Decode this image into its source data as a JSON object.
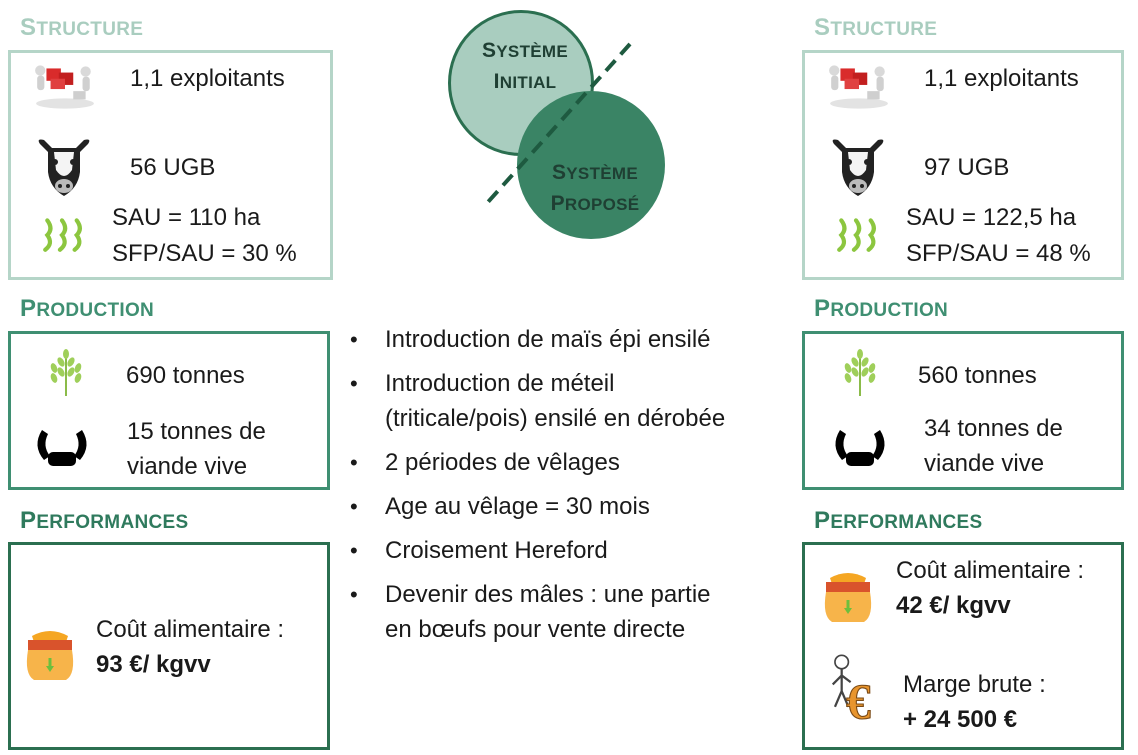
{
  "left": {
    "structure_title_cap": "S",
    "structure_title_rest": "TRUCTURE",
    "exploitants": "1,1 exploitants",
    "ugb": "56 UGB",
    "sau": "SAU = 110 ha",
    "sfp": "SFP/SAU = 30 %",
    "production_title_cap": "P",
    "production_title_rest": "RODUCTION",
    "tonnes": "690 tonnes",
    "viande_line1": "15 tonnes de",
    "viande_line2": "viande vive",
    "performances_title_cap": "P",
    "performances_title_rest": "ERFORMANCES",
    "cout_label": "Coût alimentaire :",
    "cout_value": "93 €/ kgvv"
  },
  "right": {
    "structure_title_cap": "S",
    "structure_title_rest": "TRUCTURE",
    "exploitants": "1,1 exploitants",
    "ugb": "97 UGB",
    "sau": "SAU = 122,5 ha",
    "sfp": "SFP/SAU = 48 %",
    "production_title_cap": "P",
    "production_title_rest": "RODUCTION",
    "tonnes": "560 tonnes",
    "viande_line1": "34 tonnes de",
    "viande_line2": "viande vive",
    "performances_title_cap": "P",
    "performances_title_rest": "ERFORMANCES",
    "cout_label": "Coût alimentaire :",
    "cout_value": "42 €/ kgvv",
    "marge_label": "Marge brute :",
    "marge_value": "+ 24 500 €"
  },
  "center": {
    "initial_cap": "S",
    "initial_rest": "YSTÈME",
    "initial_line2_cap": "I",
    "initial_line2_rest": "NITIAL",
    "propose_cap": "S",
    "propose_rest": "YSTÈME",
    "propose_line2_cap": "P",
    "propose_line2_rest": "ROPOSÉ",
    "bullets": [
      {
        "line1": "Introduction de maïs épi ensilé",
        "line2": ""
      },
      {
        "line1": "Introduction de méteil",
        "line2": "(triticale/pois) ensilé en dérobée"
      },
      {
        "line1": "2 périodes de vêlages",
        "line2": ""
      },
      {
        "line1": "Age au vêlage = 30 mois",
        "line2": ""
      },
      {
        "line1": "Croisement Hereford",
        "line2": ""
      },
      {
        "line1": "Devenir des mâles : une partie",
        "line2": "en bœufs pour vente directe"
      }
    ]
  },
  "colors": {
    "light_green": "#a9cdbf",
    "mid_green": "#3f8f72",
    "dark_green": "#2b6f50"
  },
  "icons": [
    "people-puzzle-icon",
    "cow-head-icon",
    "grass-icon",
    "wheat-icon",
    "bull-horns-icon",
    "feed-bag-icon",
    "euro-figure-icon"
  ]
}
